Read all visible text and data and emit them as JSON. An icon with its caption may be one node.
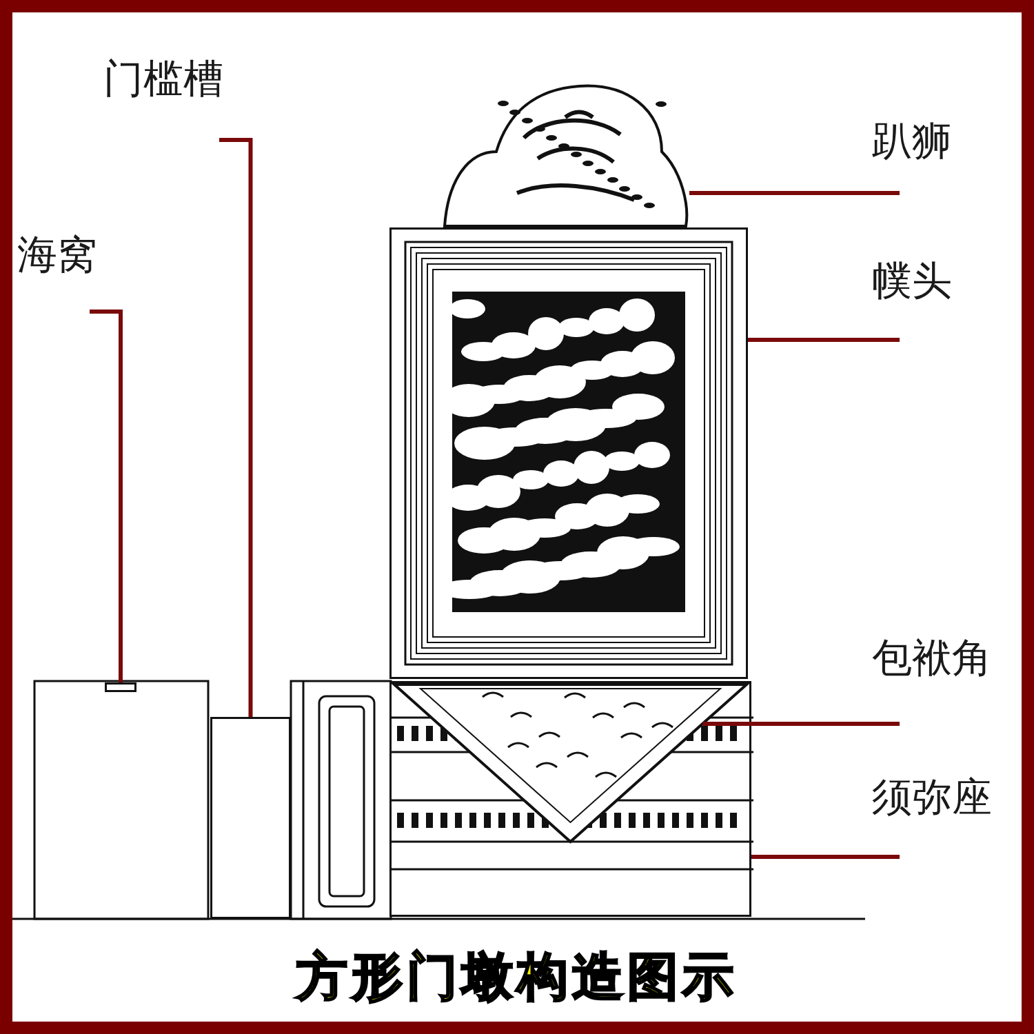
{
  "diagram": {
    "caption": "方形门墩构造图示",
    "nodes": [
      {
        "text": [
          "门槛槽"
        ]
      },
      {
        "text": [
          "海窝"
        ]
      },
      {
        "text": [
          "趴狮"
        ]
      },
      {
        "text": [
          "幞头"
        ]
      },
      {
        "text": [
          "包袱角"
        ]
      },
      {
        "text": [
          "须弥座"
        ]
      },
      {
        "text": [],
        "shape": "picture"
      },
      {
        "text": [],
        "shape": "box"
      },
      {
        "text": [],
        "shape": "box"
      },
      {
        "text": [],
        "shape": "triangle",
        "in": 8
      },
      {
        "text": [],
        "shape": "box"
      },
      {
        "text": [],
        "shape": "box"
      }
    ],
    "edges": [
      {
        "from": 0,
        "to": 11,
        "arrow": "none"
      },
      {
        "from": 1,
        "to": 10,
        "arrow": "none"
      },
      {
        "from": 2,
        "to": 6,
        "arrow": "none"
      },
      {
        "from": 3,
        "to": 7,
        "arrow": "none"
      },
      {
        "from": 4,
        "to": 9,
        "arrow": "none"
      },
      {
        "from": 5,
        "to": 8,
        "arrow": "none"
      }
    ]
  }
}
